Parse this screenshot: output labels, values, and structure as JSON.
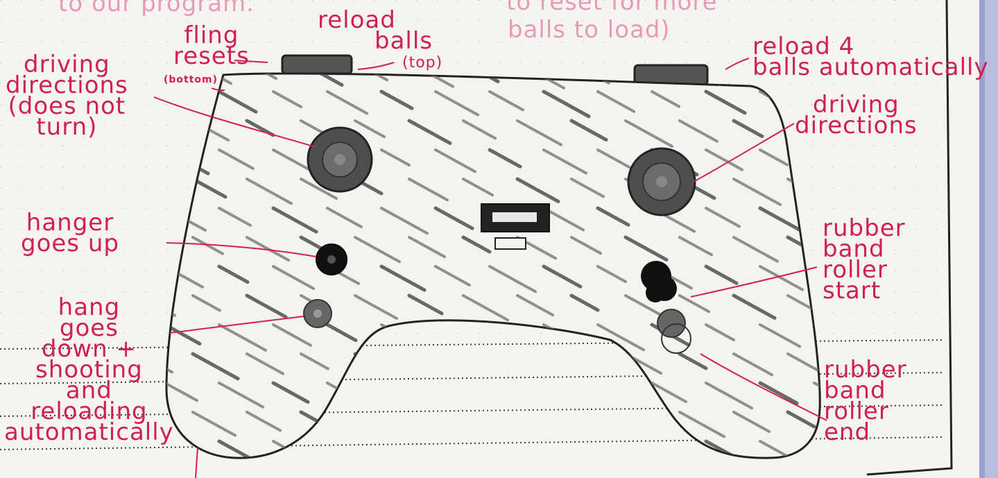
{
  "top_note": {
    "left": "to our program.",
    "right": "to reset for more",
    "right_line2": "balls to load)"
  },
  "labels": {
    "reload_balls_top": [
      "reload",
      "balls",
      "(top)"
    ],
    "fling_resets": [
      "fling",
      "resets"
    ],
    "fling_resets_note": "(bottom)",
    "reload_4_balls": [
      "reload 4",
      "balls automatically"
    ],
    "left_stick": [
      "driving",
      "directions",
      "(does not",
      "turn)"
    ],
    "right_stick": [
      "driving",
      "directions"
    ],
    "hanger_up": [
      "hanger",
      "goes up"
    ],
    "hang_down": [
      "hang",
      "goes",
      "down +",
      "shooting",
      "and",
      "reloading",
      "automatically"
    ],
    "roller_start": [
      "rubber",
      "band",
      "roller",
      "start"
    ],
    "roller_end": [
      "rubber",
      "band",
      "roller",
      "end"
    ]
  },
  "colors": {
    "ink_red": "#cf1f55",
    "ink_faint": "#e79ab8",
    "pencil": "#2b2b2b",
    "paper": "#f6f4f1"
  }
}
